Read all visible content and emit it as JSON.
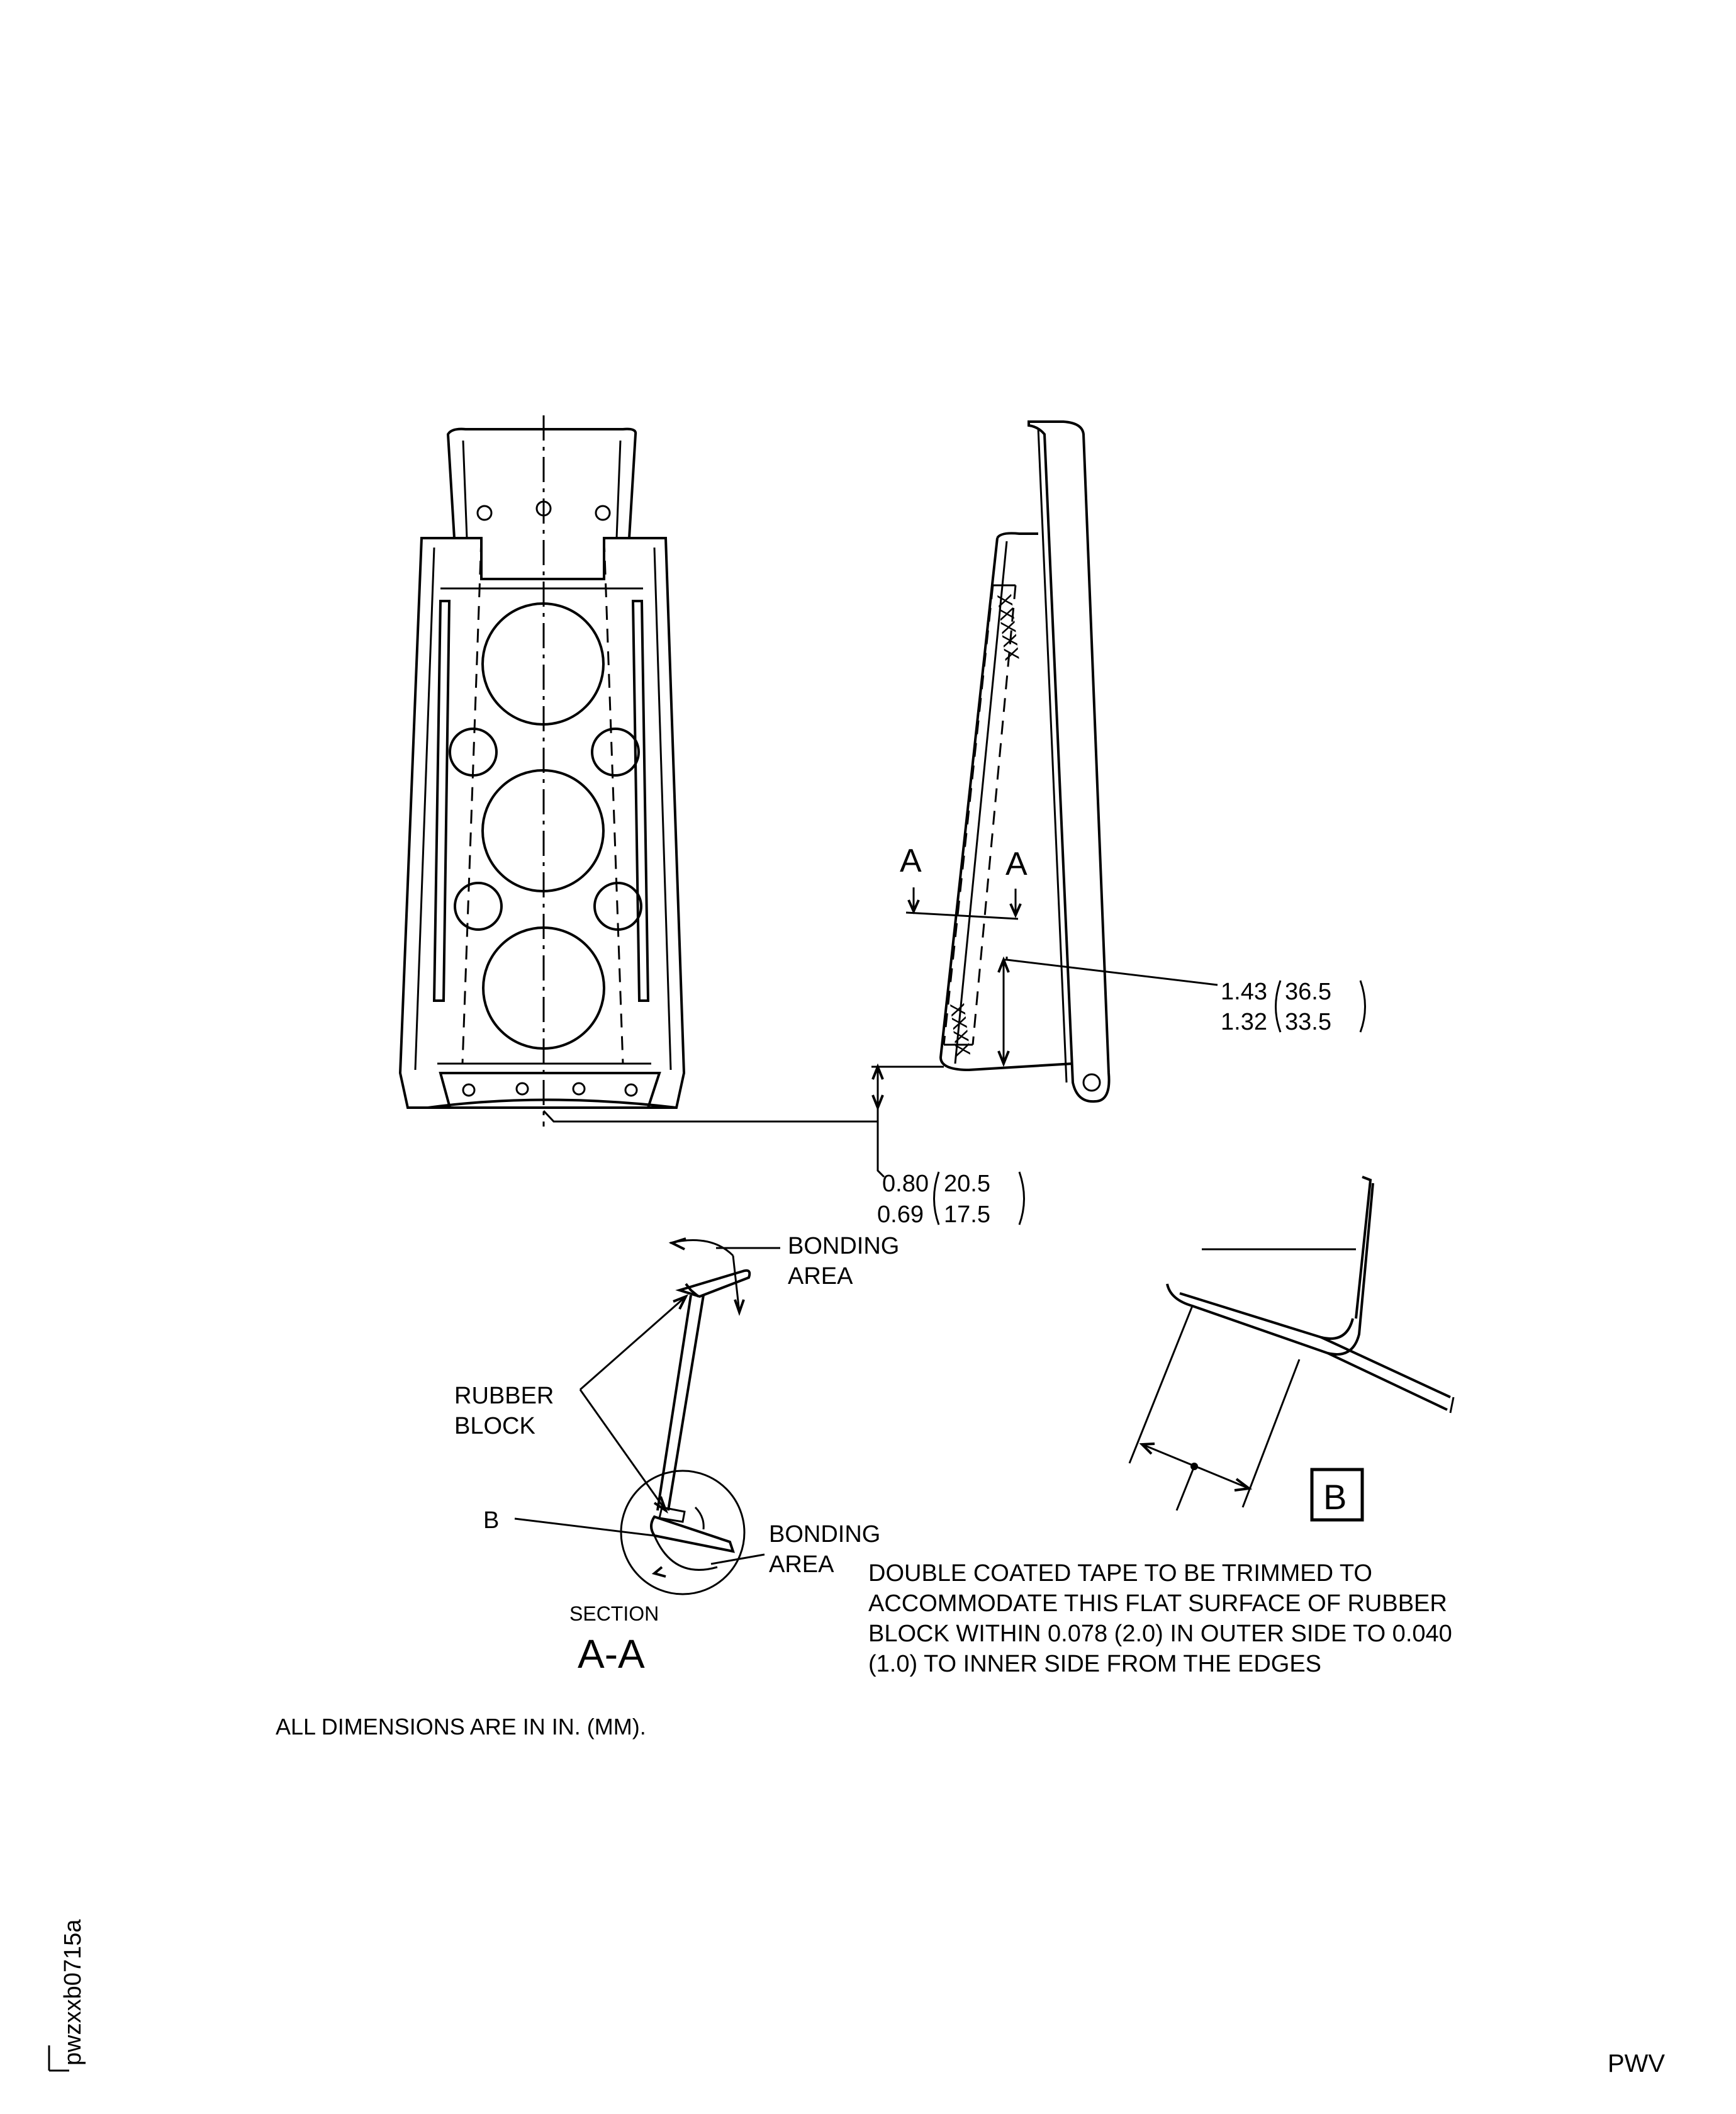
{
  "section_cut": {
    "left_letter": "A",
    "right_letter": "A"
  },
  "dimensions": {
    "d1_in": "1.43",
    "d1_mm": "36.5",
    "d2_in": "1.32",
    "d2_mm": "33.5",
    "d3_in": "0.80",
    "d3_mm": "20.5",
    "d4_in": "0.69",
    "d4_mm": "17.5"
  },
  "labels": {
    "bonding_area_top_1": "BONDING",
    "bonding_area_top_2": "AREA",
    "rubber_block_1": "RUBBER",
    "rubber_block_2": "BLOCK",
    "detail_ref": "B",
    "bonding_area_bot_1": "BONDING",
    "bonding_area_bot_2": "AREA",
    "section_word": "SECTION",
    "section_id": "A-A",
    "detail_box": "B"
  },
  "note_lines": [
    "DOUBLE COATED TAPE TO BE TRIMMED TO",
    "ACCOMMODATE THIS FLAT SURFACE OF RUBBER",
    "BLOCK WITHIN 0.078 (2.0) IN OUTER SIDE TO 0.040",
    "(1.0) TO INNER SIDE FROM THE EDGES"
  ],
  "units_note": "ALL DIMENSIONS ARE IN IN. (MM).",
  "figure_id": "pwzxxb0715a",
  "footer_code": "PWV"
}
